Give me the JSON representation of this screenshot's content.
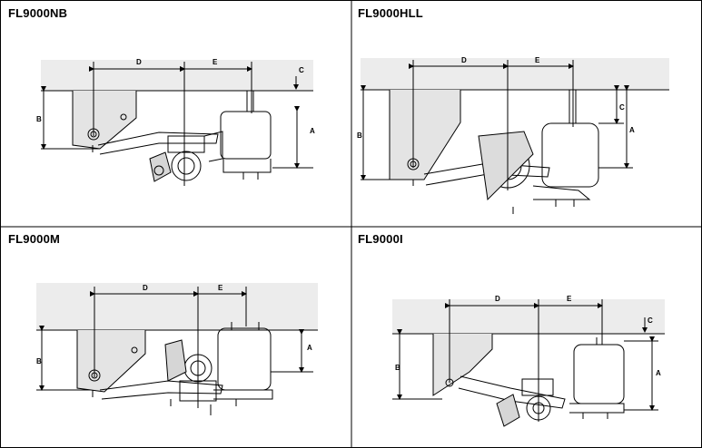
{
  "panels": [
    {
      "title": "FL9000NB",
      "dims": {
        "a": "A",
        "b": "B",
        "c": "C",
        "d": "D",
        "e": "E"
      }
    },
    {
      "title": "FL9000HLL",
      "dims": {
        "a": "A",
        "b": "B",
        "c": "C",
        "d": "D",
        "e": "E"
      }
    },
    {
      "title": "FL9000M",
      "dims": {
        "a": "A",
        "b": "B",
        "d": "D",
        "e": "E"
      }
    },
    {
      "title": "FL9000I",
      "dims": {
        "a": "A",
        "b": "B",
        "c": "C",
        "d": "D",
        "e": "E"
      }
    }
  ],
  "colors": {
    "line": "#000000",
    "frame_fill": "#e9e9e9",
    "background": "#ffffff"
  }
}
